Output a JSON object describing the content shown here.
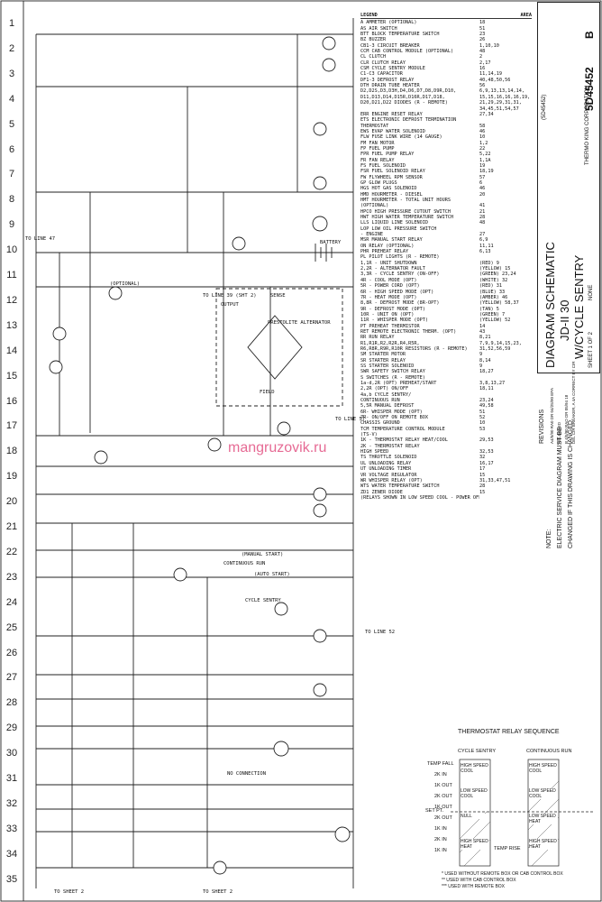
{
  "row_numbers": [
    "1",
    "2",
    "3",
    "4",
    "5",
    "6",
    "7",
    "8",
    "9",
    "10",
    "11",
    "12",
    "13",
    "14",
    "15",
    "16",
    "17",
    "18",
    "19",
    "20",
    "21",
    "22",
    "23",
    "24",
    "25",
    "26",
    "27",
    "28",
    "29",
    "30",
    "31",
    "32",
    "33",
    "34",
    "35"
  ],
  "legend": {
    "header_left": "LEGEND",
    "header_right": "AREA",
    "rows": [
      {
        "t": "A     AMMETER (OPTIONAL)",
        "a": "18"
      },
      {
        "t": "AS    AIR SWITCH",
        "a": "51"
      },
      {
        "t": "BTT   BLOCK TEMPERATURE SWITCH",
        "a": "23"
      },
      {
        "t": "BZ    BUZZER",
        "a": "26"
      },
      {
        "t": "CB1-3 CIRCUIT BREAKER",
        "a": "1,10,10"
      },
      {
        "t": "CCM   CAB CONTROL MODULE (OPTIONAL)",
        "a": "48"
      },
      {
        "t": "CL    CLUTCH",
        "a": "2"
      },
      {
        "t": "CLR   CLUTCH RELAY",
        "a": "2,17"
      },
      {
        "t": "CSM   CYCLE SENTRY MODULE",
        "a": "16"
      },
      {
        "t": "C1-C3 CAPACITOR",
        "a": "11,14,19"
      },
      {
        "t": "DF1-3 DEFROST RELAY",
        "a": "40,48,50,56"
      },
      {
        "t": "DTH   DRAIN TUBE HEATER",
        "a": "56"
      },
      {
        "t": "D2,D2S,D3,D3H,D4,D6,D7,D8,D9R,D10,",
        "a": "6,9,13,13,14,14,"
      },
      {
        "t": "D11,D13,D14,D15R,D16R,D17,D18,",
        "a": "15,15,16,16,16,19,"
      },
      {
        "t": "D20,D21,D22 DIODES (R - REMOTE)",
        "a": "21,29,29,31,31,"
      },
      {
        "t": "",
        "a": "34,45,51,54,57"
      },
      {
        "t": "ERR   ENGINE RESET RELAY",
        "a": "27,34"
      },
      {
        "t": "ETS   ELECTRONIC DEFROST TERMINATION",
        "a": ""
      },
      {
        "t": "      THERMOSTAT",
        "a": "58"
      },
      {
        "t": "EWS   EVAP WATER SOLENOID",
        "a": "46"
      },
      {
        "t": "FLW   FUSE LINK WIRE (14 GAUGE)",
        "a": "10"
      },
      {
        "t": "FM    FAN MOTOR",
        "a": "1,2"
      },
      {
        "t": "FP    FUEL PUMP",
        "a": "22"
      },
      {
        "t": "FPR   FUEL PUMP RELAY",
        "a": "5,22"
      },
      {
        "t": "FR    FAN RELAY",
        "a": "1,1A"
      },
      {
        "t": "FS    FUEL SOLENOID",
        "a": "19"
      },
      {
        "t": "FSR   FUEL SOLENOID RELAY",
        "a": "18,19"
      },
      {
        "t": "FW    FLYWHEEL RPM SENSOR",
        "a": "57"
      },
      {
        "t": "GP    GLOW PLUGS",
        "a": "6"
      },
      {
        "t": "HGS   HOT GAS SOLENOID",
        "a": "46"
      },
      {
        "t": "HMD   HOURMETER - DIESEL",
        "a": "20"
      },
      {
        "t": "HMT   HOURMETER - TOTAL UNIT HOURS",
        "a": ""
      },
      {
        "t": "      (OPTIONAL)",
        "a": "41"
      },
      {
        "t": "HPCO  HIGH PRESSURE CUTOUT SWITCH",
        "a": "21"
      },
      {
        "t": "HWT   HIGH WATER TEMPERATURE SWITCH",
        "a": "28"
      },
      {
        "t": "LLS   LIQUID LINE SOLENOID",
        "a": "48"
      },
      {
        "t": "LOP   LOW OIL PRESSURE SWITCH",
        "a": ""
      },
      {
        "t": "      - ENGINE",
        "a": "27"
      },
      {
        "t": "MSR   MANUAL START RELAY",
        "a": "6,9"
      },
      {
        "t": "      ON RELAY (OPTIONAL)",
        "a": "11,11"
      },
      {
        "t": "PHR   PREHEAT RELAY",
        "a": "6,13"
      },
      {
        "t": "PL    PILOT LIGHTS (R - REMOTE)",
        "a": ""
      },
      {
        "t": "      1,1R  - UNIT SHUTDOWN",
        "a": "(RED)    9"
      },
      {
        "t": "      2,2R  - ALTERNATOR FAULT",
        "a": "(YELLOW) 15"
      },
      {
        "t": "      3,3R  - CYCLE SENTRY (ON-OFF)",
        "a": "(GREEN) 23,24"
      },
      {
        "t": "      4R    - COOL MODE (OPT)",
        "a": "(WHITE)  32"
      },
      {
        "t": "      5R    - POWER CORD (OPT)",
        "a": "(RED)    31"
      },
      {
        "t": "      6R    - HIGH SPEED MODE (OPT)",
        "a": "(BLUE)   33"
      },
      {
        "t": "      7R    - HEAT MODE (OPT)",
        "a": "(AMBER)  46"
      },
      {
        "t": "      8,8R  - DEFROST MODE (8R-OPT)",
        "a": "(YELLOW) 58,37"
      },
      {
        "t": "      9R    - DEFROST MODE (OPT)",
        "a": "(TAN)    5"
      },
      {
        "t": "      10R   - UNIT ON (OPT)",
        "a": "(GREEN)  7"
      },
      {
        "t": "      11R   - WHISPER MODE (OPT)",
        "a": "(YELLOW) 52"
      },
      {
        "t": "PT    PREHEAT THERMISTOR",
        "a": "14"
      },
      {
        "t": "RET   REMOTE ELECTRONIC THERM. (OPT)",
        "a": "43"
      },
      {
        "t": "RR    RUN RELAY",
        "a": "8,21"
      },
      {
        "t": "R1,R1R,R2,R2R,R4,R5R,",
        "a": "7,9,9,14,15,23,"
      },
      {
        "t": "R6,R8R,R9R,R10R RESISTORS (R - REMOTE)",
        "a": "31,52,56,59"
      },
      {
        "t": "SM    STARTER MOTOR",
        "a": "9"
      },
      {
        "t": "SR    STARTER RELAY",
        "a": "8,14"
      },
      {
        "t": "SS    STARTER SOLENOID",
        "a": "9"
      },
      {
        "t": "SWR   SAFETY SWITCH RELAY",
        "a": "18,27"
      },
      {
        "t": "S     SWITCHES (R - REMOTE)",
        "a": ""
      },
      {
        "t": "      1a-d,2R (OPT) PREHEAT/START",
        "a": "3,8,13,27"
      },
      {
        "t": "      2,2R (OPT) ON/OFF",
        "a": "18,11"
      },
      {
        "t": "",
        "a": ""
      },
      {
        "t": "      4a,b CYCLE SENTRY/",
        "a": ""
      },
      {
        "t": "      CONTINUOUS RUN",
        "a": "23,24"
      },
      {
        "t": "      5,5R MANUAL DEFROST",
        "a": "49,58"
      },
      {
        "t": "      6R- WHISPER MODE (OPT)",
        "a": "51"
      },
      {
        "t": "      7R- ON/OFF ON REMOTE BOX",
        "a": "52"
      },
      {
        "t": "      CHASSIS GROUND",
        "a": "10"
      },
      {
        "t": "TCM   TEMPERATURE CONTROL MODULE",
        "a": "53"
      },
      {
        "t": "      (TS-V)",
        "a": ""
      },
      {
        "t": "      1K - THERMOSTAT RELAY HEAT/COOL",
        "a": "29,53"
      },
      {
        "t": "      2K - THERMOSTAT RELAY",
        "a": ""
      },
      {
        "t": "           HIGH SPEED",
        "a": "32,53"
      },
      {
        "t": "TS    THROTTLE SOLENOID",
        "a": "32"
      },
      {
        "t": "UL    UNLOADING RELAY",
        "a": "16,17"
      },
      {
        "t": "UT    UNLOADING TIMER",
        "a": "17"
      },
      {
        "t": "VR    VOLTAGE REGULATOR",
        "a": "15"
      },
      {
        "t": "WR    WHISPER RELAY (OPT)",
        "a": "31,33,47,51"
      },
      {
        "t": "WTS   WATER TEMPERATURE SWITCH",
        "a": "28"
      },
      {
        "t": "ZD1   ZENER DIODE",
        "a": "15"
      },
      {
        "t": "(RELAYS SHOWN IN LOW SPEED COOL - POWER OFF)",
        "a": ""
      }
    ]
  },
  "title_block": {
    "company": "THERMO KING CORPORATION",
    "part_no": "5D45452",
    "rev": "B",
    "title1": "DIAGRAM SCHEMATIC",
    "title2": "JD-II 30",
    "title3": "W/CYCLE SENTRY",
    "sheet": "SHEET 1 OF 2",
    "scale": "NONE",
    "ref": "(5D45452)",
    "revisions_label": "REVISIONS",
    "rev_line1": "A4/5/90  RA0  DR 04/25/90 EPA",
    "rev_line2": "RELEASED",
    "rev_line3": "B 4/5/90 RAO  DR 05/94  18",
    "rev_line4": "DEL CIR BREAKER, A 4A CORRECT BY CIR"
  },
  "note": {
    "line1": "NOTE:",
    "line2": "ELECTRIC SERVICE DIAGRAM MUST BE",
    "line3": "CHANGED IF THIS DRAWING IS CHANGED."
  },
  "watermark": "mangruzovik.ru",
  "thermostat_relay_sequence": {
    "title": "THERMOSTAT RELAY SEQUENCE",
    "col1": "CYCLE SENTRY",
    "col2": "CONTINUOUS RUN",
    "temp_fall": "TEMP FALL",
    "temp_rise": "TEMP RISE",
    "set_pt": "SET PT.",
    "steps": [
      "2K IN",
      "1K OUT",
      "2K OUT",
      "1K OUT",
      "2K OUT",
      "1K IN",
      "2K IN",
      "1K IN"
    ],
    "modes_cs": [
      "HIGH SPEED COOL",
      "LOW SPEED COOL",
      "NULL",
      "HIGH SPEED HEAT"
    ],
    "modes_cr": [
      "HIGH SPEED COOL",
      "LOW SPEED COOL",
      "LOW SPEED HEAT",
      "HIGH SPEED HEAT"
    ],
    "footnotes": [
      "*  USED WITHOUT REMOTE BOX OR CAB CONTROL BOX",
      "** USED WITH CAB CONTROL BOX",
      "*** USED WITH REMOTE BOX"
    ]
  },
  "labels": {
    "to_sheet_2_a": "TO SHEET 2",
    "to_sheet_2_b": "TO SHEET 2",
    "prestolite": "PRESTOLITE ALTERNATOR",
    "battery": "BATTERY",
    "to_line_47": "TO LINE 47",
    "to_line_52": "TO LINE 52",
    "to_line_57": "TO LINE 57",
    "to_line_39": "TO LINE 39 (SHT 2)",
    "continuous_run": "CONTINUOUS RUN",
    "cycle_sentry": "CYCLE SENTRY",
    "auto_start": "(AUTO START)",
    "manual_start": "(MANUAL START)",
    "no_connection": "NO CONNECTION",
    "output": "OUTPUT",
    "sense": "SENSE",
    "field": "FIELD",
    "optional": "(OPTIONAL)"
  }
}
